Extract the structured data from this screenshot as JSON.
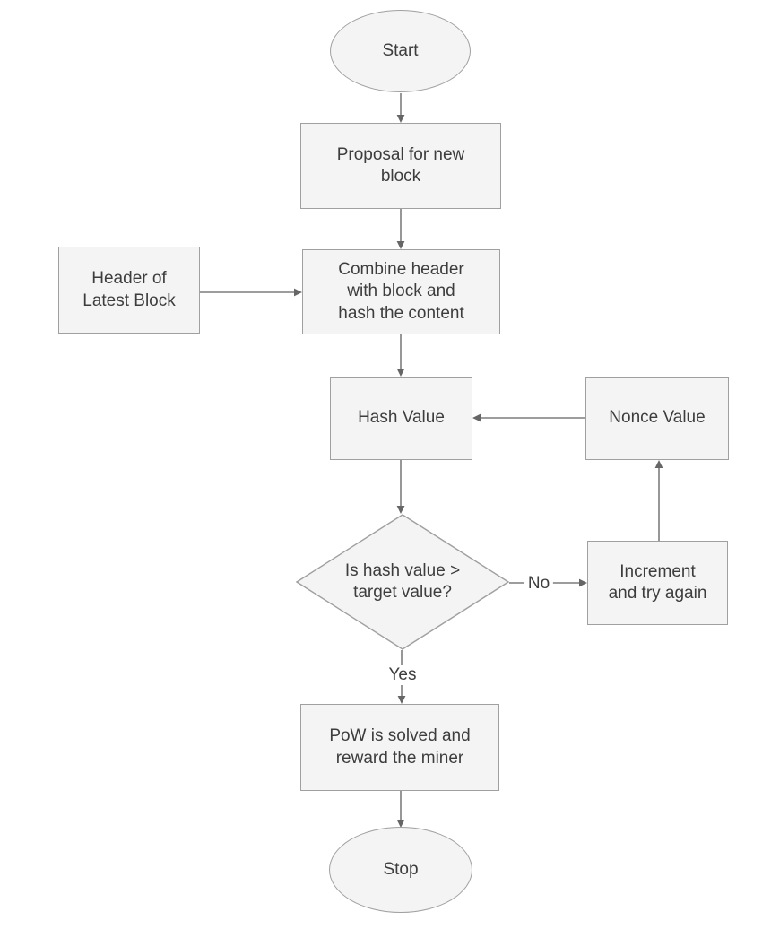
{
  "diagram": {
    "type": "flowchart",
    "nodes": {
      "start": {
        "label": "Start",
        "shape": "terminator"
      },
      "proposal": {
        "label": "Proposal for new\nblock",
        "shape": "process"
      },
      "header_of_latest_block": {
        "label": "Header of\nLatest Block",
        "shape": "process"
      },
      "combine": {
        "label": "Combine header\nwith block and\nhash the content",
        "shape": "process"
      },
      "hash_value": {
        "label": "Hash Value",
        "shape": "process"
      },
      "decision": {
        "label": "Is hash value >\ntarget value?",
        "shape": "decision"
      },
      "increment": {
        "label": "Increment\nand try again",
        "shape": "process"
      },
      "nonce_value": {
        "label": "Nonce Value",
        "shape": "process"
      },
      "pow_solved": {
        "label": "PoW is solved and\nreward the miner",
        "shape": "process"
      },
      "stop": {
        "label": "Stop",
        "shape": "terminator"
      }
    },
    "edges": [
      {
        "from": "start",
        "to": "proposal",
        "label": ""
      },
      {
        "from": "proposal",
        "to": "combine",
        "label": ""
      },
      {
        "from": "header_of_latest_block",
        "to": "combine",
        "label": ""
      },
      {
        "from": "combine",
        "to": "hash_value",
        "label": ""
      },
      {
        "from": "hash_value",
        "to": "decision",
        "label": ""
      },
      {
        "from": "decision",
        "to": "increment",
        "label": "No"
      },
      {
        "from": "increment",
        "to": "nonce_value",
        "label": ""
      },
      {
        "from": "nonce_value",
        "to": "hash_value",
        "label": ""
      },
      {
        "from": "decision",
        "to": "pow_solved",
        "label": "Yes"
      },
      {
        "from": "pow_solved",
        "to": "stop",
        "label": ""
      }
    ],
    "colors": {
      "node_fill": "#f4f4f4",
      "node_border": "#a0a0a0",
      "line": "#7d7d7d",
      "arrow": "#666666",
      "text": "#3d3d3d",
      "background": "#ffffff"
    }
  }
}
